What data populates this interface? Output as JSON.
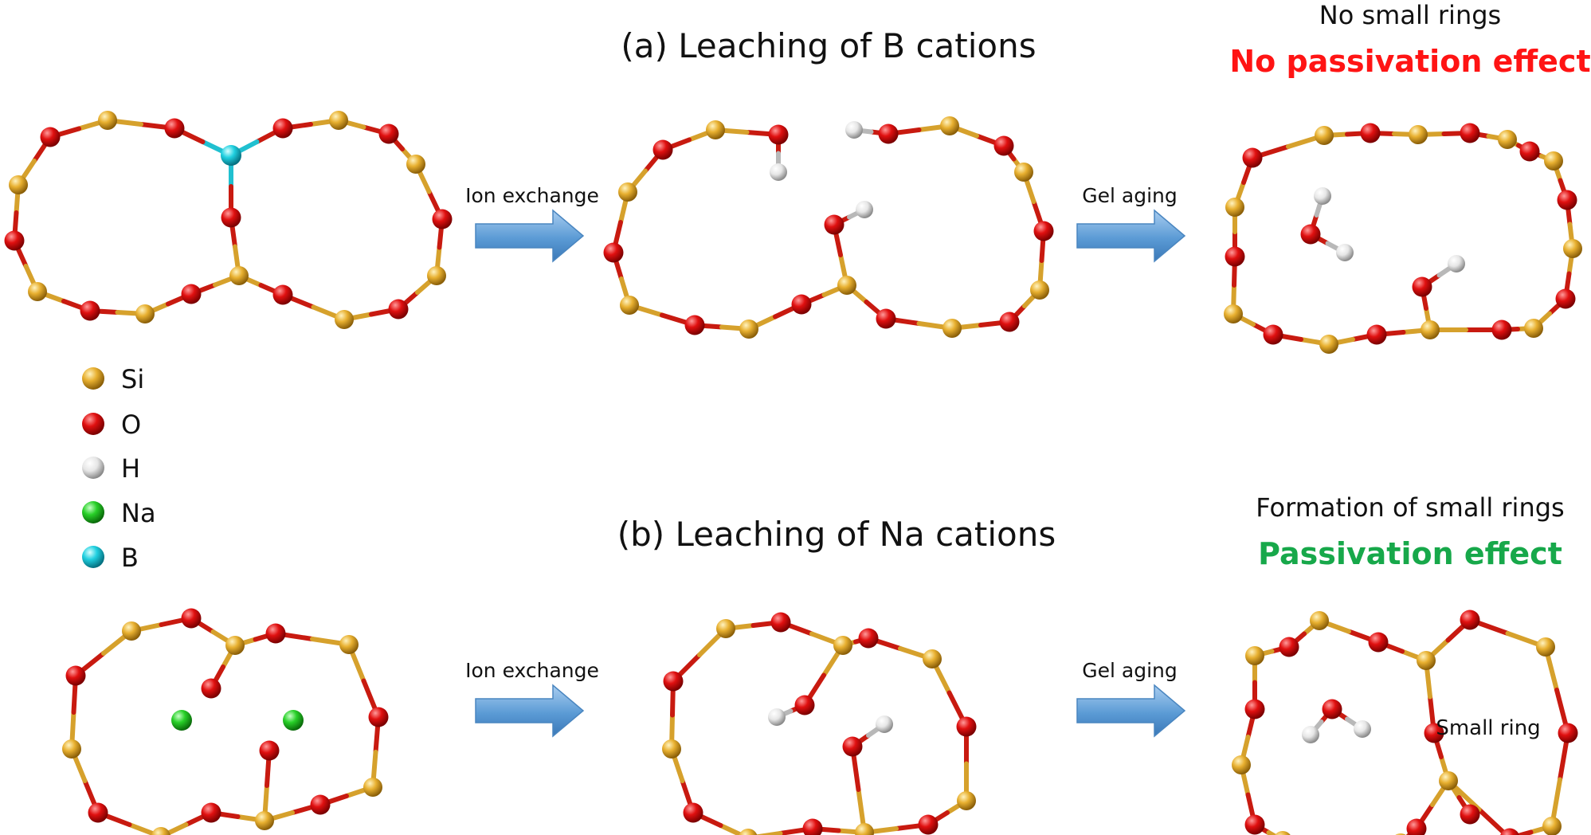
{
  "panel_a": {
    "title": "(a) Leaching of B cations",
    "note": "No small rings",
    "effect": "No passivation effect"
  },
  "panel_b": {
    "title": "(b) Leaching of Na cations",
    "note": "Formation of small rings",
    "effect": "Passivation effect",
    "ring_label": "Small ring"
  },
  "arrows": {
    "step1": "Ion exchange",
    "step2": "Gel aging"
  },
  "legend": [
    {
      "label": "Si",
      "color": "#e8b030"
    },
    {
      "label": "O",
      "color": "#e01010"
    },
    {
      "label": "H",
      "color": "#e6e6e6"
    },
    {
      "label": "Na",
      "color": "#28d028"
    },
    {
      "label": "B",
      "color": "#20d0e0"
    }
  ],
  "colors": {
    "si": "#e8b030",
    "o": "#e01010",
    "h": "#e6e6e6",
    "na": "#28d028",
    "b": "#20d0e0",
    "no_effect": "#ff1414",
    "effect": "#17a84a",
    "arrow": "#5b9bd5"
  }
}
